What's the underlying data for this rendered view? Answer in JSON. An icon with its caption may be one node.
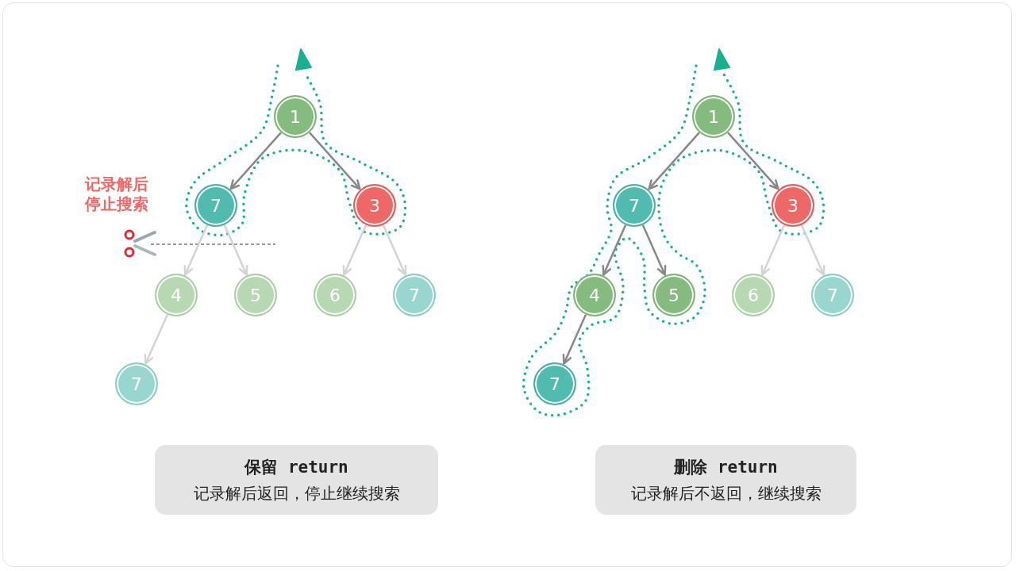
{
  "diagram": {
    "nodes": [
      {
        "text": [
          "1"
        ]
      },
      {
        "text": [
          "7"
        ]
      },
      {
        "text": [
          "3"
        ]
      },
      {
        "text": [
          "4"
        ]
      },
      {
        "text": [
          "5"
        ]
      },
      {
        "text": [
          "6"
        ]
      },
      {
        "text": [
          "7"
        ]
      },
      {
        "text": [
          "7"
        ]
      },
      {
        "text": [
          "1"
        ]
      },
      {
        "text": [
          "7"
        ]
      },
      {
        "text": [
          "3"
        ]
      },
      {
        "text": [
          "4"
        ]
      },
      {
        "text": [
          "5"
        ]
      },
      {
        "text": [
          "6"
        ]
      },
      {
        "text": [
          "7"
        ]
      },
      {
        "text": [
          "7"
        ]
      },
      {
        "text": [
          "保留 return",
          "记录解后返回，停止继续搜索"
        ]
      },
      {
        "text": [
          "删除 return",
          "记录解后不返回，继续搜索"
        ]
      }
    ],
    "edges": [
      {
        "from": 0,
        "to": 1,
        "arrow": "to"
      },
      {
        "from": 0,
        "to": 2,
        "arrow": "to"
      },
      {
        "from": 1,
        "to": 3,
        "arrow": "to",
        "color": "#d4d4d4"
      },
      {
        "from": 1,
        "to": 4,
        "arrow": "to",
        "color": "#d4d4d4"
      },
      {
        "from": 2,
        "to": 5,
        "arrow": "to",
        "color": "#d4d4d4"
      },
      {
        "from": 2,
        "to": 6,
        "arrow": "to",
        "color": "#d4d4d4"
      },
      {
        "from": 3,
        "to": 7,
        "arrow": "to",
        "color": "#d4d4d4"
      },
      {
        "from": 8,
        "to": 9,
        "arrow": "to"
      },
      {
        "from": 8,
        "to": 10,
        "arrow": "to"
      },
      {
        "from": 9,
        "to": 11,
        "arrow": "to"
      },
      {
        "from": 9,
        "to": 12,
        "arrow": "to"
      },
      {
        "from": 10,
        "to": 13,
        "arrow": "to",
        "color": "#d4d4d4"
      },
      {
        "from": 10,
        "to": 14,
        "arrow": "to",
        "color": "#d4d4d4"
      },
      {
        "from": 11,
        "to": 15,
        "arrow": "to"
      }
    ],
    "labels": [
      "记录解后停止搜索"
    ]
  }
}
